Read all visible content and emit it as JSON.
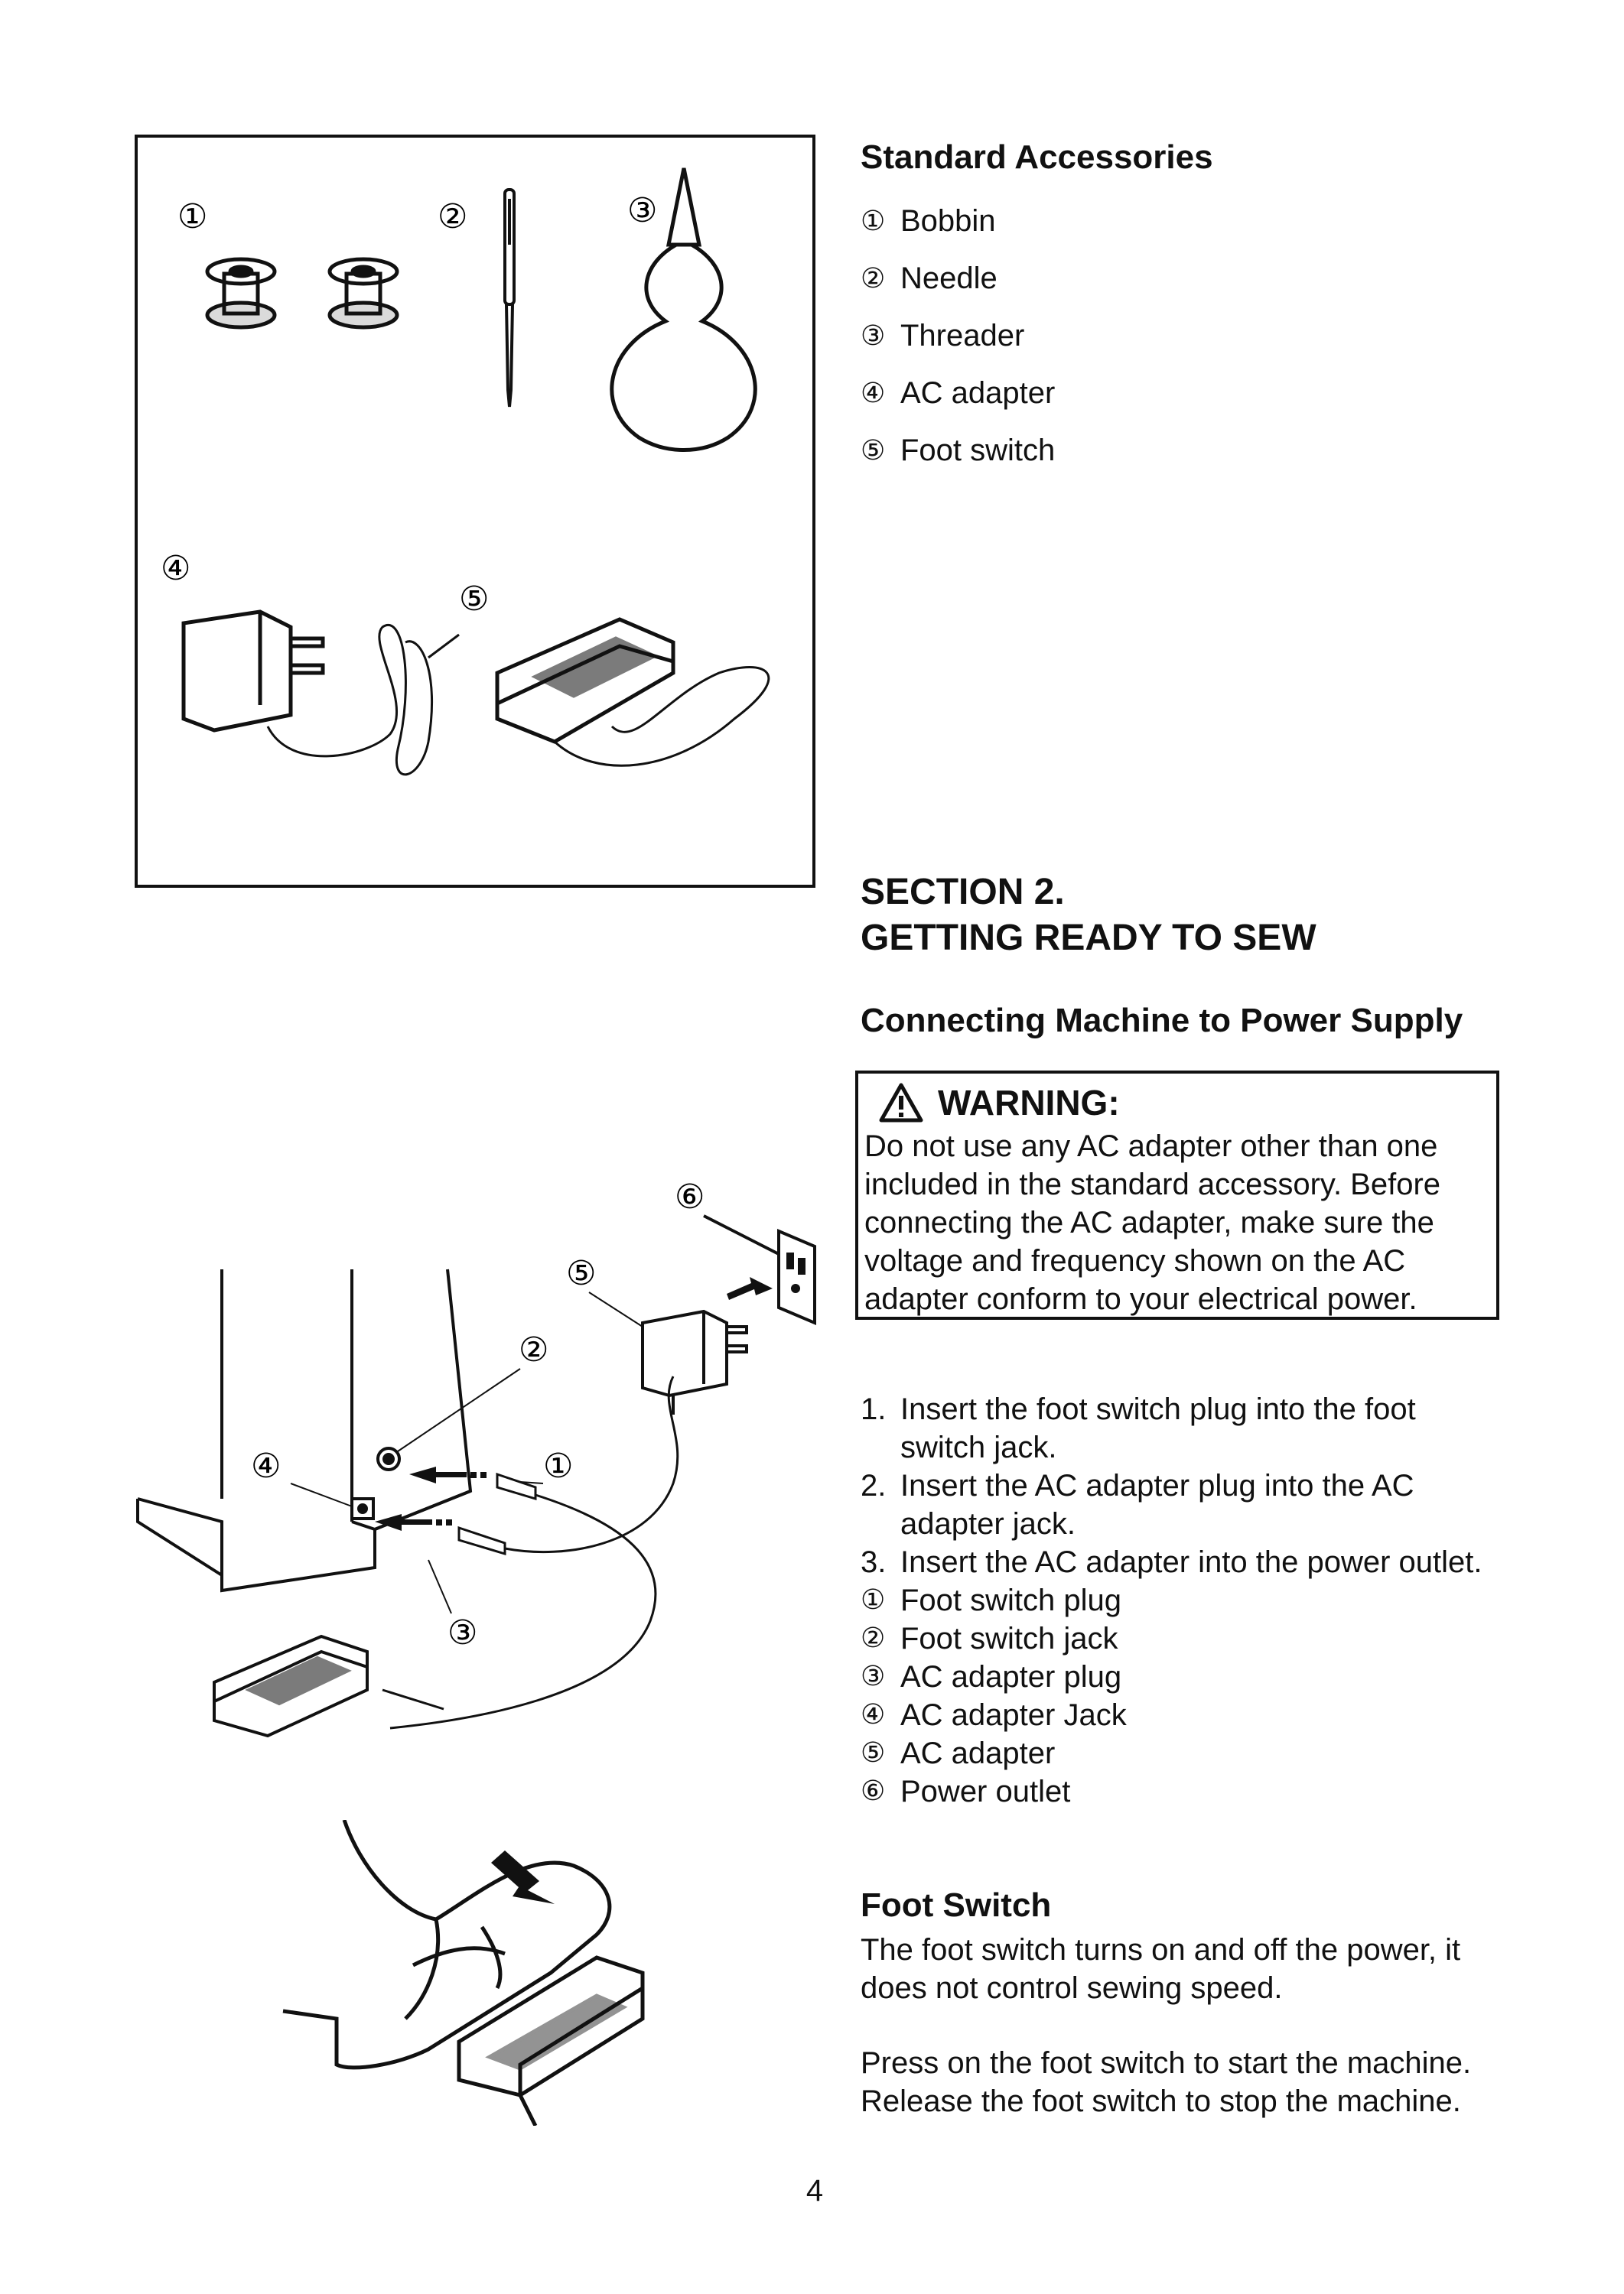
{
  "accessories": {
    "title": "Standard Accessories",
    "items": [
      {
        "num": "①",
        "label": "Bobbin"
      },
      {
        "num": "②",
        "label": "Needle"
      },
      {
        "num": "③",
        "label": "Threader"
      },
      {
        "num": "④",
        "label": "AC adapter"
      },
      {
        "num": "⑤",
        "label": "Foot switch"
      }
    ],
    "figure_labels": [
      "①",
      "②",
      "③",
      "④",
      "⑤"
    ]
  },
  "section": {
    "line1": "SECTION 2.",
    "line2": "GETTING READY TO SEW"
  },
  "power": {
    "title": "Connecting Machine to Power Supply",
    "warning": {
      "heading": "WARNING:",
      "text": "Do not use any AC adapter other than one included in the standard accessory. Before connecting the AC adapter, make sure the voltage and frequency shown on the AC adapter conform to your electrical power."
    },
    "steps": [
      {
        "num": "1.",
        "text": "Insert the foot switch plug into the foot switch jack."
      },
      {
        "num": "2.",
        "text": "Insert the AC adapter plug into the AC adapter jack."
      },
      {
        "num": "3.",
        "text": "Insert the AC adapter into the power outlet."
      }
    ],
    "legend": [
      {
        "num": "①",
        "label": "Foot switch plug"
      },
      {
        "num": "②",
        "label": "Foot switch jack"
      },
      {
        "num": "③",
        "label": "AC adapter plug"
      },
      {
        "num": "④",
        "label": "AC adapter Jack"
      },
      {
        "num": "⑤",
        "label": "AC adapter"
      },
      {
        "num": "⑥",
        "label": "Power outlet"
      }
    ],
    "figure_labels": [
      "①",
      "②",
      "③",
      "④",
      "⑤",
      "⑥"
    ]
  },
  "foot_switch": {
    "title": "Foot Switch",
    "para1": "The foot switch turns on and off the power, it does not control sewing speed.",
    "para2": "Press on the foot switch to start the machine. Release the foot switch to stop the machine."
  },
  "page_number": "4"
}
